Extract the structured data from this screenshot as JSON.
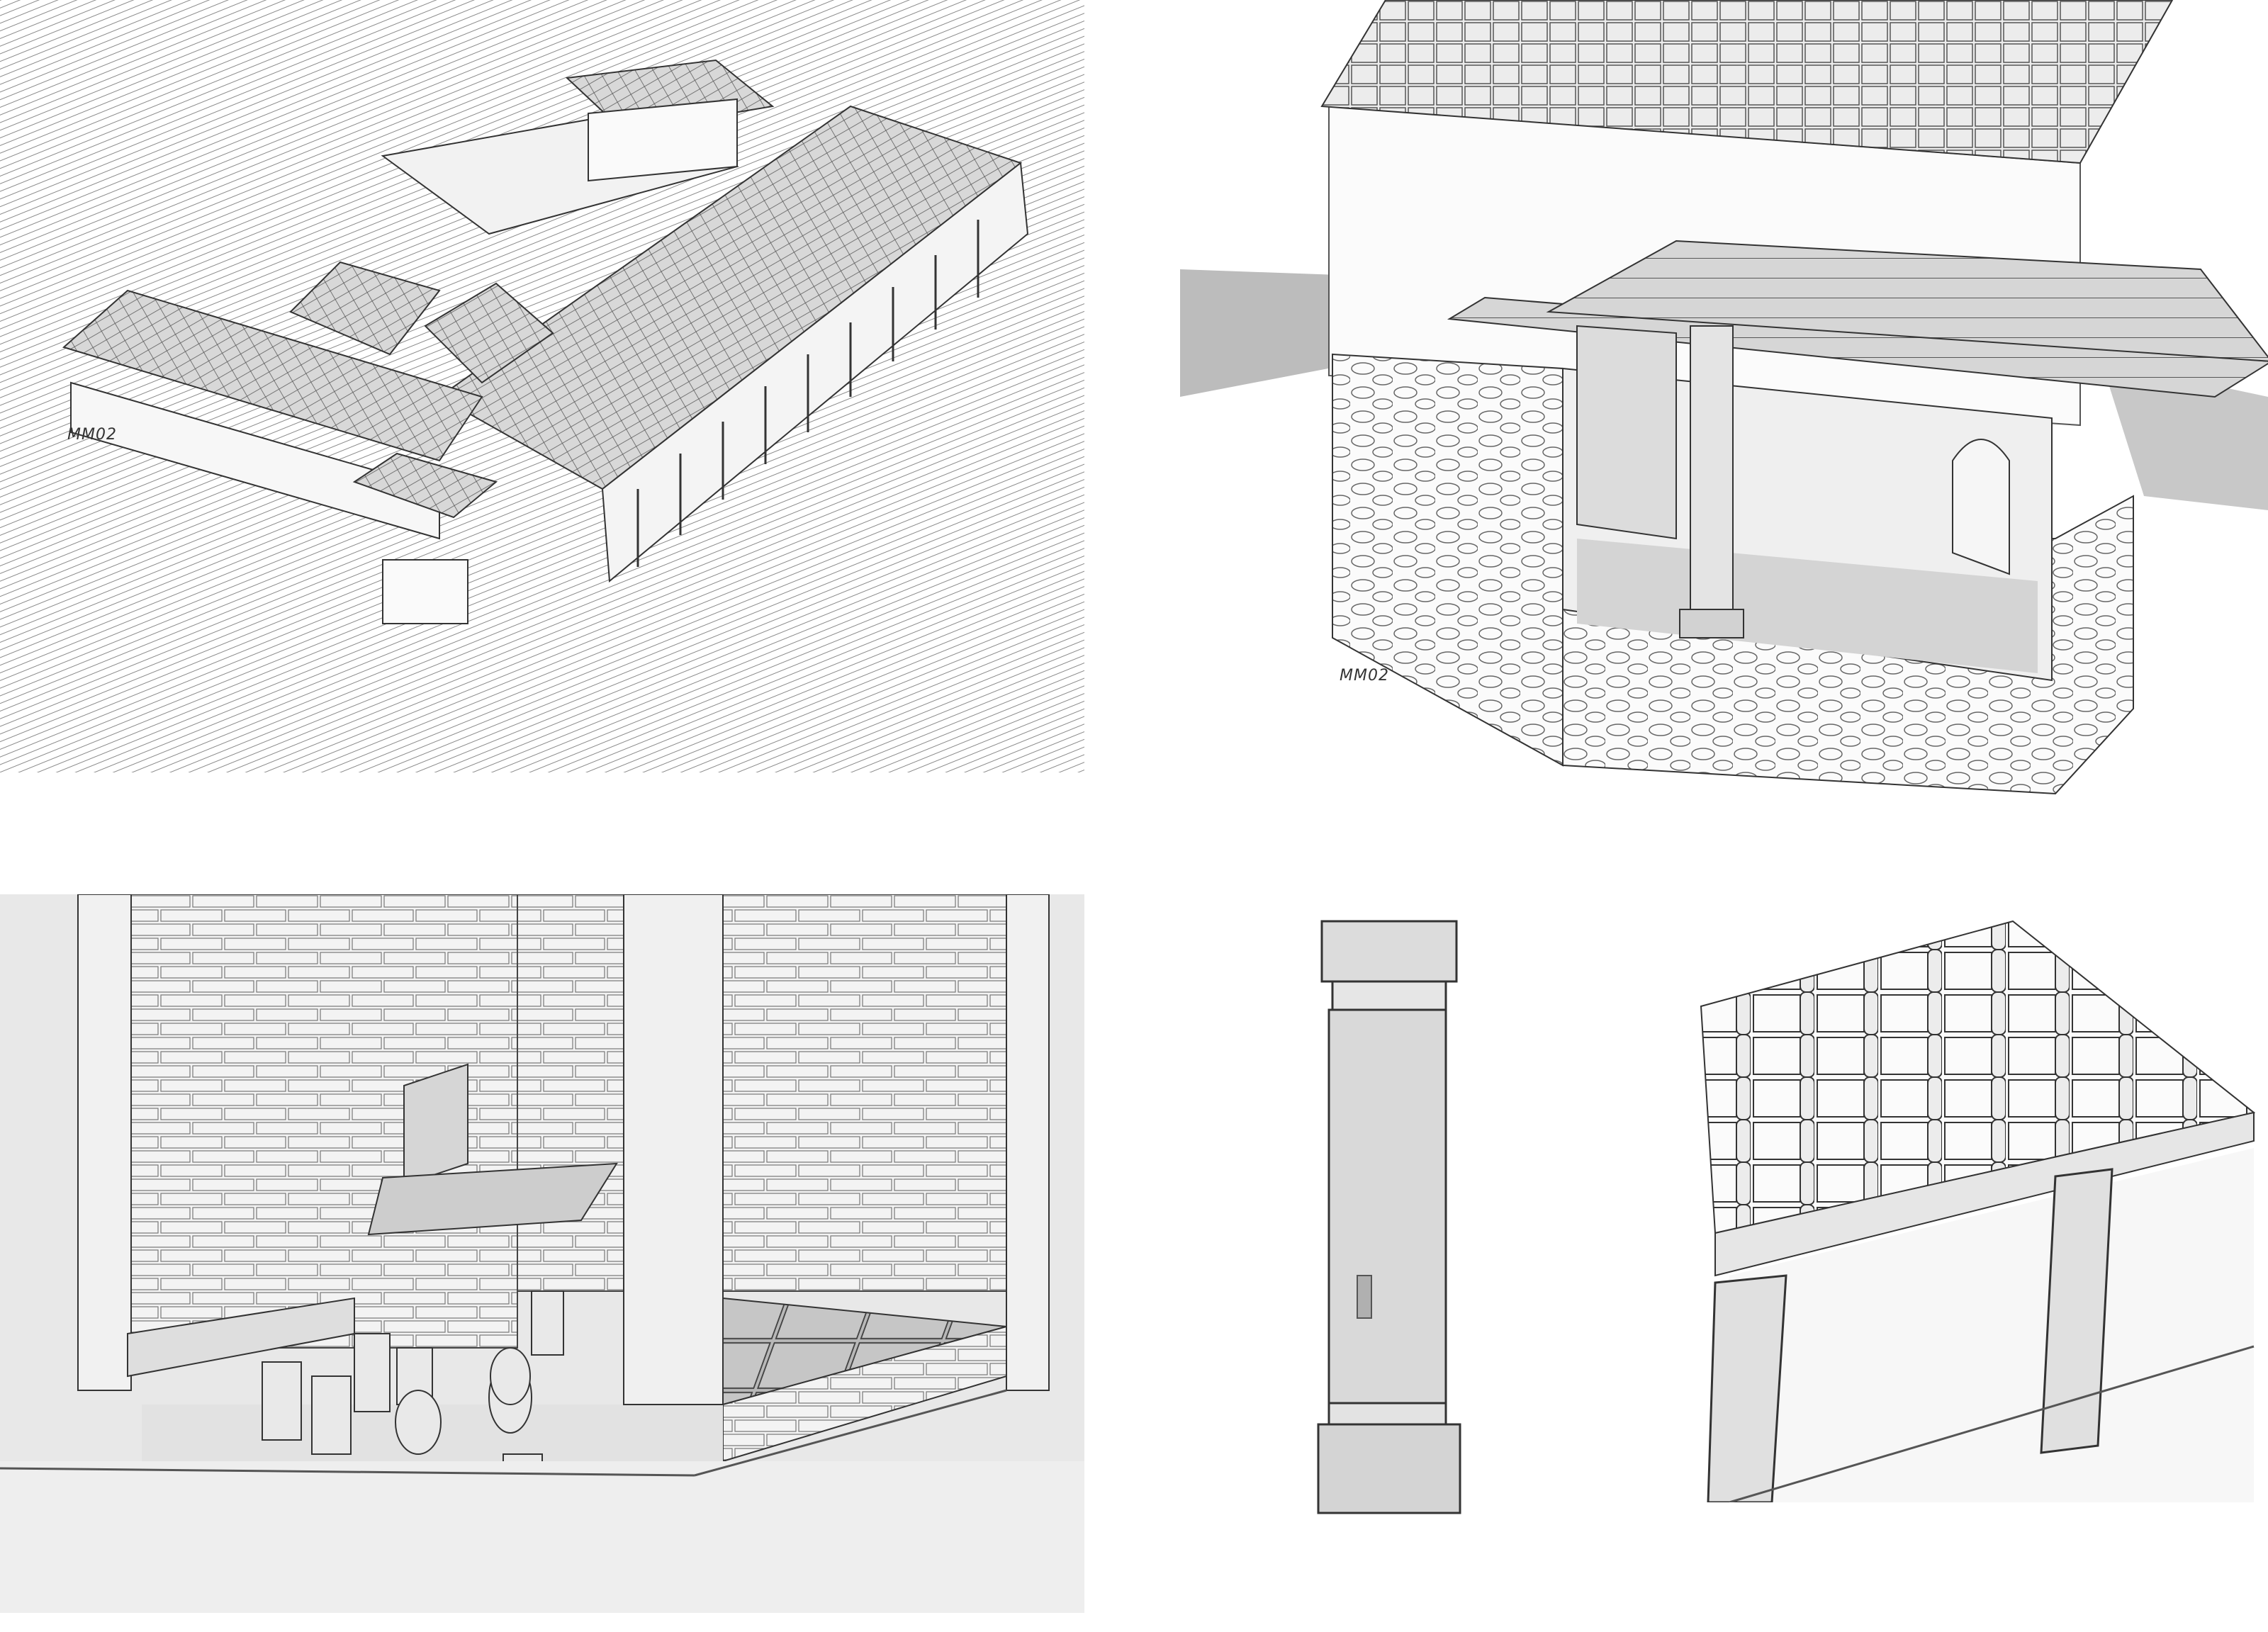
{
  "drawings": [
    {
      "id": "villa-overview",
      "signature": "MM02"
    },
    {
      "id": "cellar-cutaway",
      "signature": "MM02"
    },
    {
      "id": "kiln-interior",
      "signature": ""
    },
    {
      "id": "column-study",
      "signature": ""
    },
    {
      "id": "roof-tile-detail",
      "signature": ""
    }
  ],
  "colors": {
    "pencil": "#3a3a3a",
    "shade": "#9a9a9a",
    "paper": "#ffffff",
    "ground": "#e6e6e6"
  }
}
